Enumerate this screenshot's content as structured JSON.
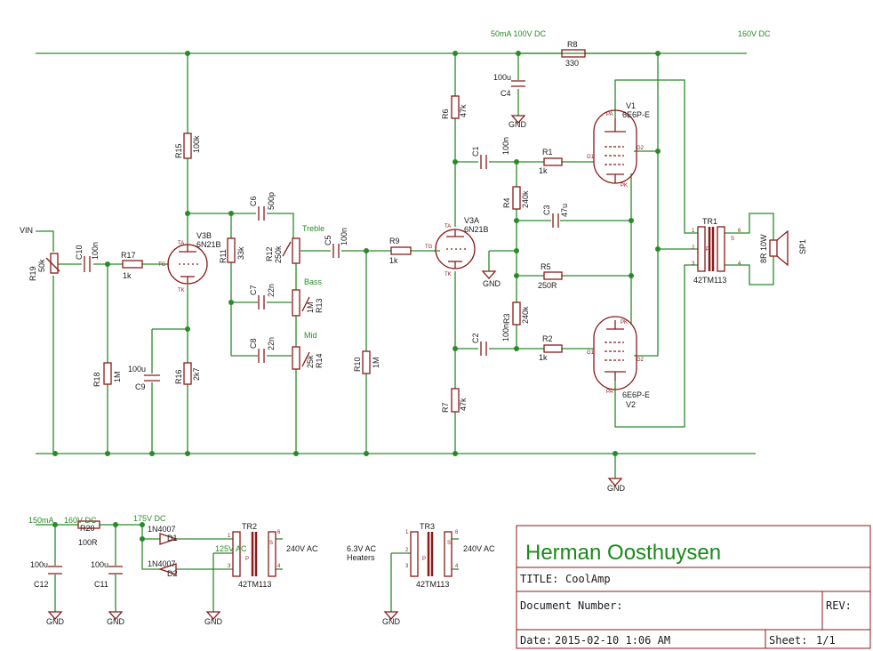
{
  "nets": {
    "vin": "VIN",
    "rail_100v": "50mA 100V DC",
    "rail_160v": "160V DC",
    "treble": "Treble",
    "bass": "Bass",
    "mid": "Mid",
    "psu_150ma": "150mA",
    "psu_160v": "160V DC",
    "psu_175v": "175V DC",
    "psu_125v": "125V AC",
    "tr2_240": "240V AC",
    "tr3_63": "6.3V AC",
    "tr3_heaters": "Heaters",
    "tr3_240": "240V AC",
    "gnd": "GND"
  },
  "components": {
    "R19": {
      "ref": "R19",
      "val": "50k"
    },
    "C10": {
      "ref": "C10",
      "val": "100n"
    },
    "R17": {
      "ref": "R17",
      "val": "1k"
    },
    "R18": {
      "ref": "R18",
      "val": "1M"
    },
    "C9": {
      "ref": "C9",
      "val": "100u"
    },
    "R15": {
      "ref": "R15",
      "val": "100k"
    },
    "V3B": {
      "ref": "V3B",
      "val": "6N21B"
    },
    "R16": {
      "ref": "R16",
      "val": "2k7"
    },
    "R11": {
      "ref": "R11",
      "val": "33k"
    },
    "C6": {
      "ref": "C6",
      "val": "500p"
    },
    "C7": {
      "ref": "C7",
      "val": "22n"
    },
    "C8": {
      "ref": "C8",
      "val": "22n"
    },
    "R12": {
      "ref": "R12",
      "val": "250k"
    },
    "R13": {
      "ref": "R13",
      "val": "1M"
    },
    "R14": {
      "ref": "R14",
      "val": "25k"
    },
    "C5": {
      "ref": "C5",
      "val": "100n"
    },
    "R10": {
      "ref": "R10",
      "val": "1M"
    },
    "R9": {
      "ref": "R9",
      "val": "1k"
    },
    "V3A": {
      "ref": "V3A",
      "val": "6N21B"
    },
    "R6": {
      "ref": "R6",
      "val": "47k"
    },
    "R7": {
      "ref": "R7",
      "val": "47k"
    },
    "C4": {
      "ref": "C4",
      "val": "100u"
    },
    "R8": {
      "ref": "R8",
      "val": "330"
    },
    "C1": {
      "ref": "C1",
      "val": "100n"
    },
    "C2": {
      "ref": "C2",
      "val": "100n"
    },
    "R1": {
      "ref": "R1",
      "val": "1k"
    },
    "R2": {
      "ref": "R2",
      "val": "1k"
    },
    "R4": {
      "ref": "R4",
      "val": "240k"
    },
    "R3": {
      "ref": "R3",
      "val": "240k"
    },
    "C3": {
      "ref": "C3",
      "val": "47u"
    },
    "R5": {
      "ref": "R5",
      "val": "250R"
    },
    "V1": {
      "ref": "V1",
      "val": "6E6P-E"
    },
    "V2": {
      "ref": "V2",
      "val": "6E6P-E"
    },
    "TR1": {
      "ref": "TR1",
      "val": "42TM113"
    },
    "SP1": {
      "ref": "SP1",
      "val": "8R 10W"
    },
    "R20": {
      "ref": "R20",
      "val": "100R"
    },
    "C12": {
      "ref": "C12",
      "val": "100u"
    },
    "C11": {
      "ref": "C11",
      "val": "100u"
    },
    "D1": {
      "ref": "D1",
      "val": "1N4007"
    },
    "D2": {
      "ref": "D2",
      "val": "1N4007"
    },
    "TR2": {
      "ref": "TR2",
      "val": "42TM113"
    },
    "TR3": {
      "ref": "TR3",
      "val": "42TM113"
    }
  },
  "pins": {
    "ta": "TA",
    "tg": "TG",
    "tk": "TK",
    "pa": "PA",
    "pk": "PK",
    "g1": "G1",
    "g2": "G2",
    "p": "P",
    "s": "S",
    "n1": "1",
    "n2": "2",
    "n3": "3",
    "n4": "4",
    "n6": "6"
  },
  "title_block": {
    "author": "Herman Oosthuysen",
    "title_label": "TITLE:",
    "title_value": "CoolAmp",
    "doc_label": "Document Number:",
    "rev_label": "REV:",
    "date_label": "Date:",
    "date_value": "2015-02-10 1:06 AM",
    "sheet_label": "Sheet:",
    "sheet_value": "1/1"
  }
}
